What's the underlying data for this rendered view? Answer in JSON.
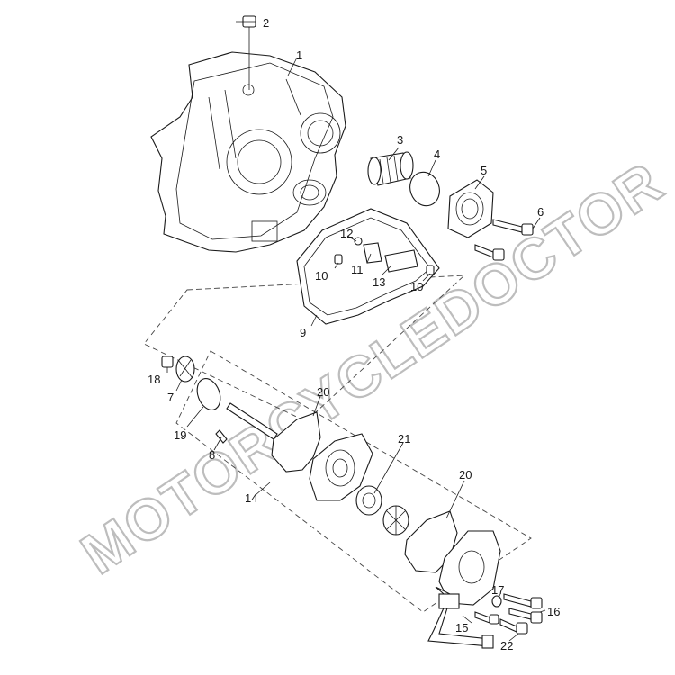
{
  "watermark": {
    "text": "MOTORCYCLEDOCTOR"
  },
  "callouts": [
    {
      "id": "1",
      "text": "1"
    },
    {
      "id": "2",
      "text": "2"
    },
    {
      "id": "3",
      "text": "3"
    },
    {
      "id": "4",
      "text": "4"
    },
    {
      "id": "5",
      "text": "5"
    },
    {
      "id": "6",
      "text": "6"
    },
    {
      "id": "12",
      "text": "12"
    },
    {
      "id": "11",
      "text": "11"
    },
    {
      "id": "10a",
      "text": "10"
    },
    {
      "id": "13",
      "text": "13"
    },
    {
      "id": "10b",
      "text": "10"
    },
    {
      "id": "9",
      "text": "9"
    },
    {
      "id": "18",
      "text": "18"
    },
    {
      "id": "7",
      "text": "7"
    },
    {
      "id": "19",
      "text": "19"
    },
    {
      "id": "8",
      "text": "8"
    },
    {
      "id": "20a",
      "text": "20"
    },
    {
      "id": "21",
      "text": "21"
    },
    {
      "id": "20b",
      "text": "20"
    },
    {
      "id": "14",
      "text": "14"
    },
    {
      "id": "17",
      "text": "17"
    },
    {
      "id": "16",
      "text": "16"
    },
    {
      "id": "15",
      "text": "15"
    },
    {
      "id": "22",
      "text": "22"
    }
  ]
}
